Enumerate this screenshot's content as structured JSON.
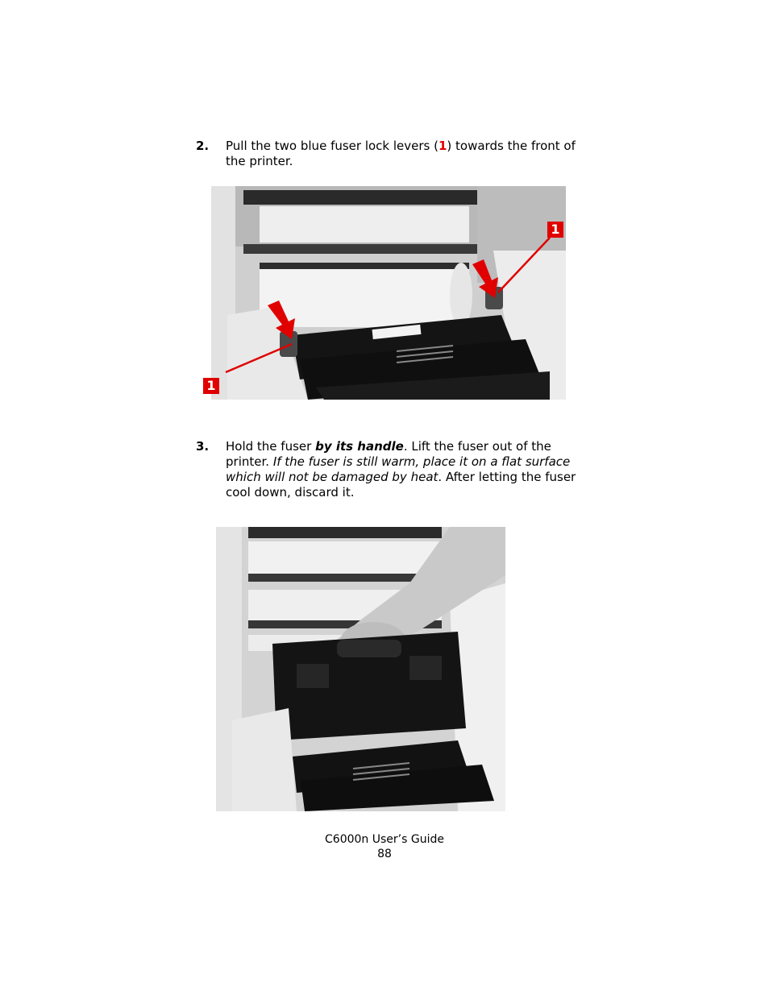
{
  "steps": [
    {
      "number": "2.",
      "text_before": "Pull the two blue fuser lock levers (",
      "callout": "1",
      "text_after": ") towards the front of the printer."
    },
    {
      "number": "3.",
      "text_1": "Hold the fuser ",
      "bold_italic": "by its handle",
      "text_2": ".  Lift the fuser out of the printer. ",
      "italic": "If the fuser is still warm, place it on a flat surface which will not be damaged by heat",
      "text_3": ". After letting the fuser cool down, discard it."
    }
  ],
  "figure1": {
    "callout_top": "1",
    "callout_bottom": "1",
    "arrow_color": "#e00000"
  },
  "footer": {
    "title": "C6000n User’s Guide",
    "page": "88"
  }
}
